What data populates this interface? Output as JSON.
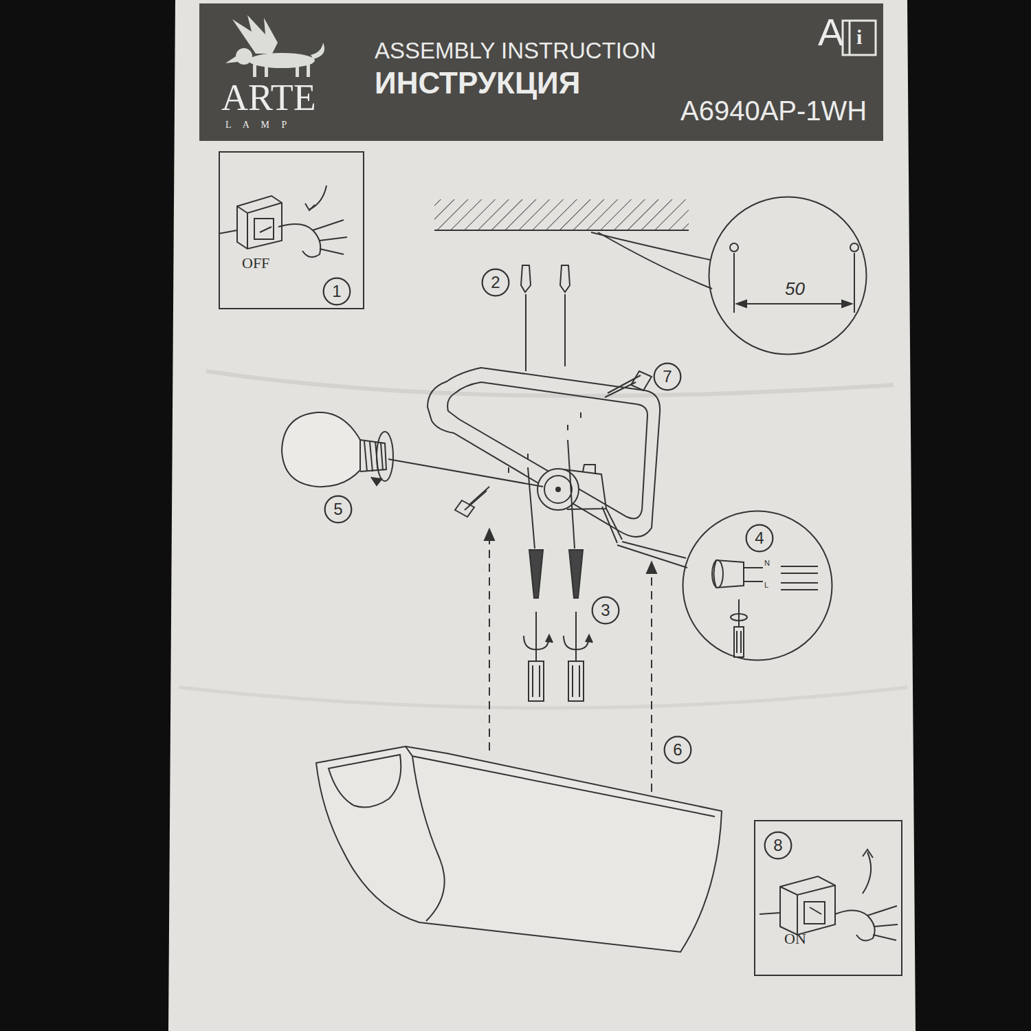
{
  "diagram": {
    "nodes": [
      {
        "text": [
          "ARTE",
          "L A M P",
          "ASSEMBLY INSTRUCTION",
          "ИНСТРУКЦИЯ",
          "A",
          "i",
          "A6940AP-1WH"
        ]
      },
      {
        "text": [
          "OFF"
        ]
      },
      {
        "text": [
          "1"
        ],
        "in": 1
      },
      {
        "text": [
          "2"
        ]
      },
      {
        "text": [
          "50"
        ]
      },
      {
        "text": [
          "7"
        ]
      },
      {
        "text": [
          "5"
        ]
      },
      {
        "text": [
          "N",
          "L"
        ]
      },
      {
        "text": [
          "4"
        ],
        "in": 7
      },
      {
        "text": [
          "3"
        ]
      },
      {
        "text": [
          "6"
        ]
      },
      {
        "text": [
          "ON"
        ]
      },
      {
        "text": [
          "8"
        ],
        "in": 11
      }
    ]
  }
}
